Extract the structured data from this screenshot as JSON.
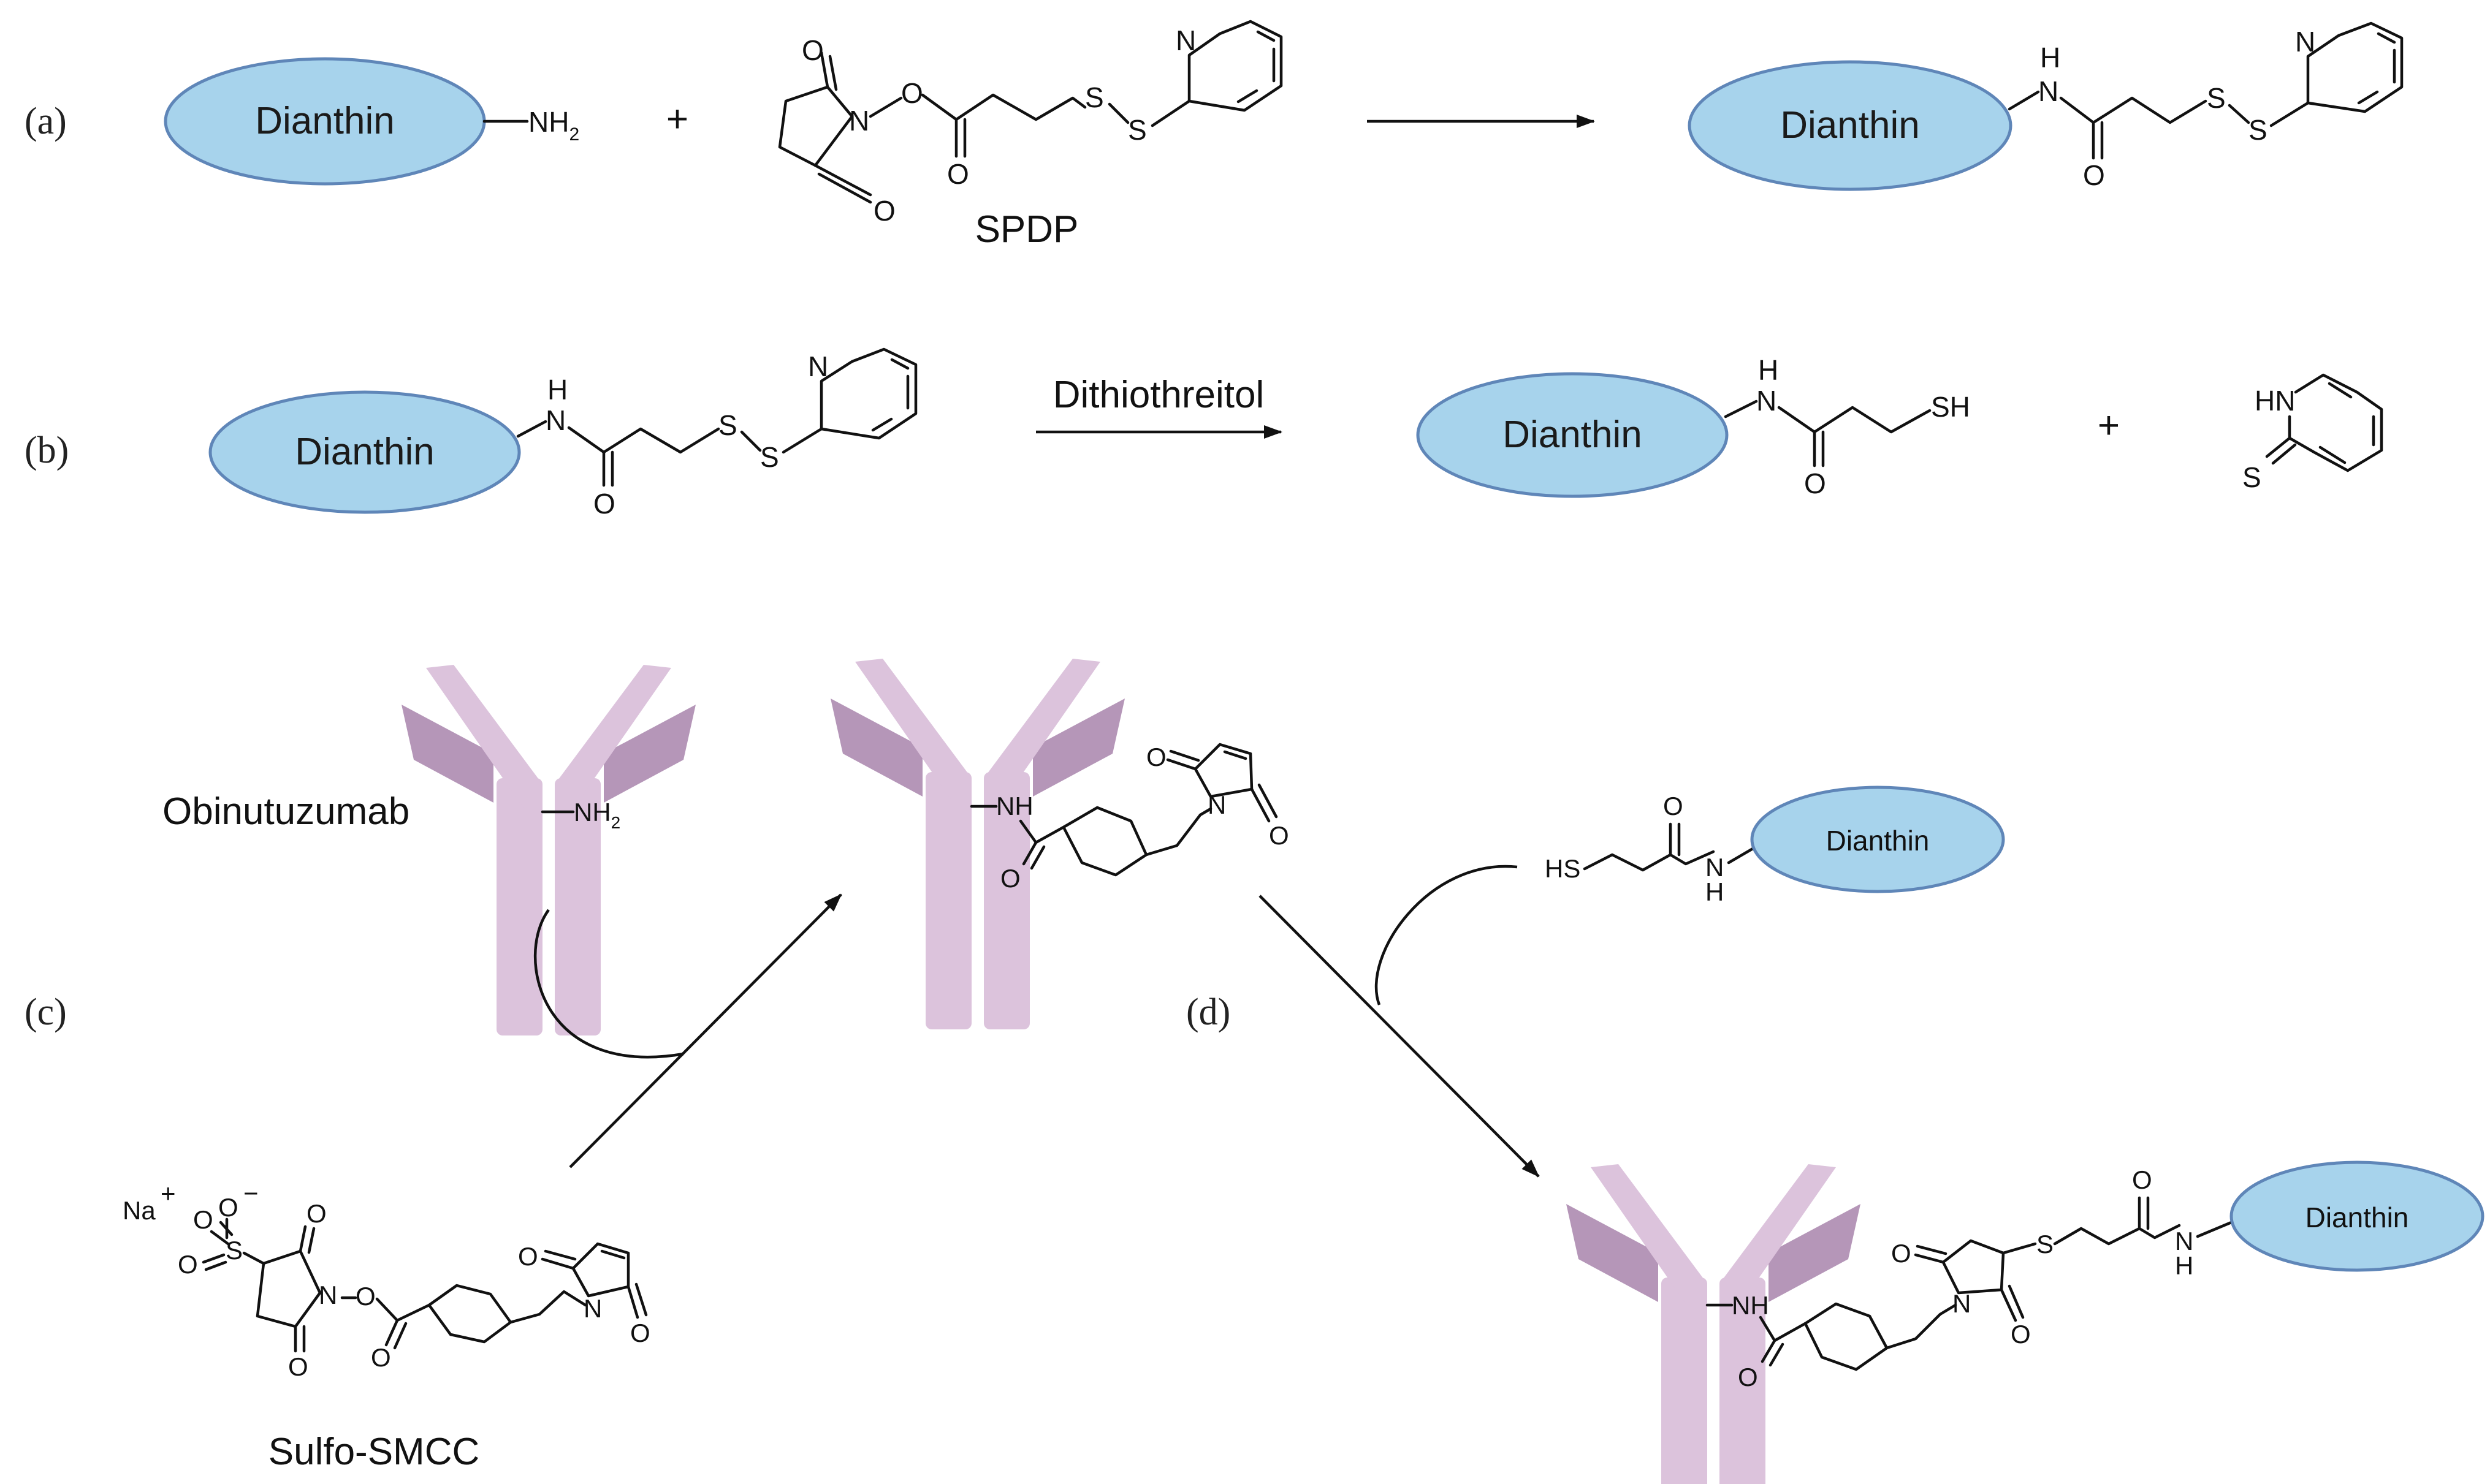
{
  "panel_labels": {
    "a": "(a)",
    "b": "(b)",
    "c": "(c)",
    "d": "(d)"
  },
  "protein": "Dianthin",
  "antibody": "Obinutuzumab",
  "reagents": {
    "spdp": "SPDP",
    "dtt": "Dithiothreitol",
    "sulfo_smcc": "Sulfo-SMCC",
    "plus": "+"
  },
  "atoms": {
    "n": "N",
    "o": "O",
    "s": "S",
    "h": "H",
    "nh": "NH",
    "hn": "HN",
    "nh2": "NH",
    "sub2": "2",
    "sh": "SH",
    "hs": "HS",
    "na": "Na",
    "plus_sup": "+",
    "minus_sup": "−"
  },
  "colors": {
    "protein_fill": "#a7d3ec",
    "protein_stroke": "#5f86b8",
    "antibody_light": "#dcc3dc",
    "antibody_dark": "#b596b8"
  }
}
